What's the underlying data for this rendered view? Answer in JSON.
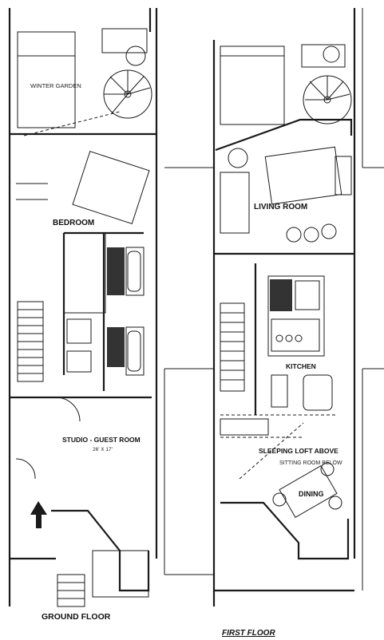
{
  "ground_floor": {
    "title": "GROUND FLOOR",
    "rooms": {
      "winter_garden": "WINTER GARDEN",
      "bedroom": "BEDROOM",
      "studio": "STUDIO - GUEST ROOM",
      "studio_dims": "26' X 17'"
    }
  },
  "first_floor": {
    "title": "FIRST FLOOR",
    "rooms": {
      "living_room": "LIVING ROOM",
      "kitchen": "KITCHEN",
      "sleeping_loft": "SLEEPING LOFT ABOVE",
      "sitting_room": "SITTING ROOM BELOW",
      "dining": "DINING"
    }
  }
}
